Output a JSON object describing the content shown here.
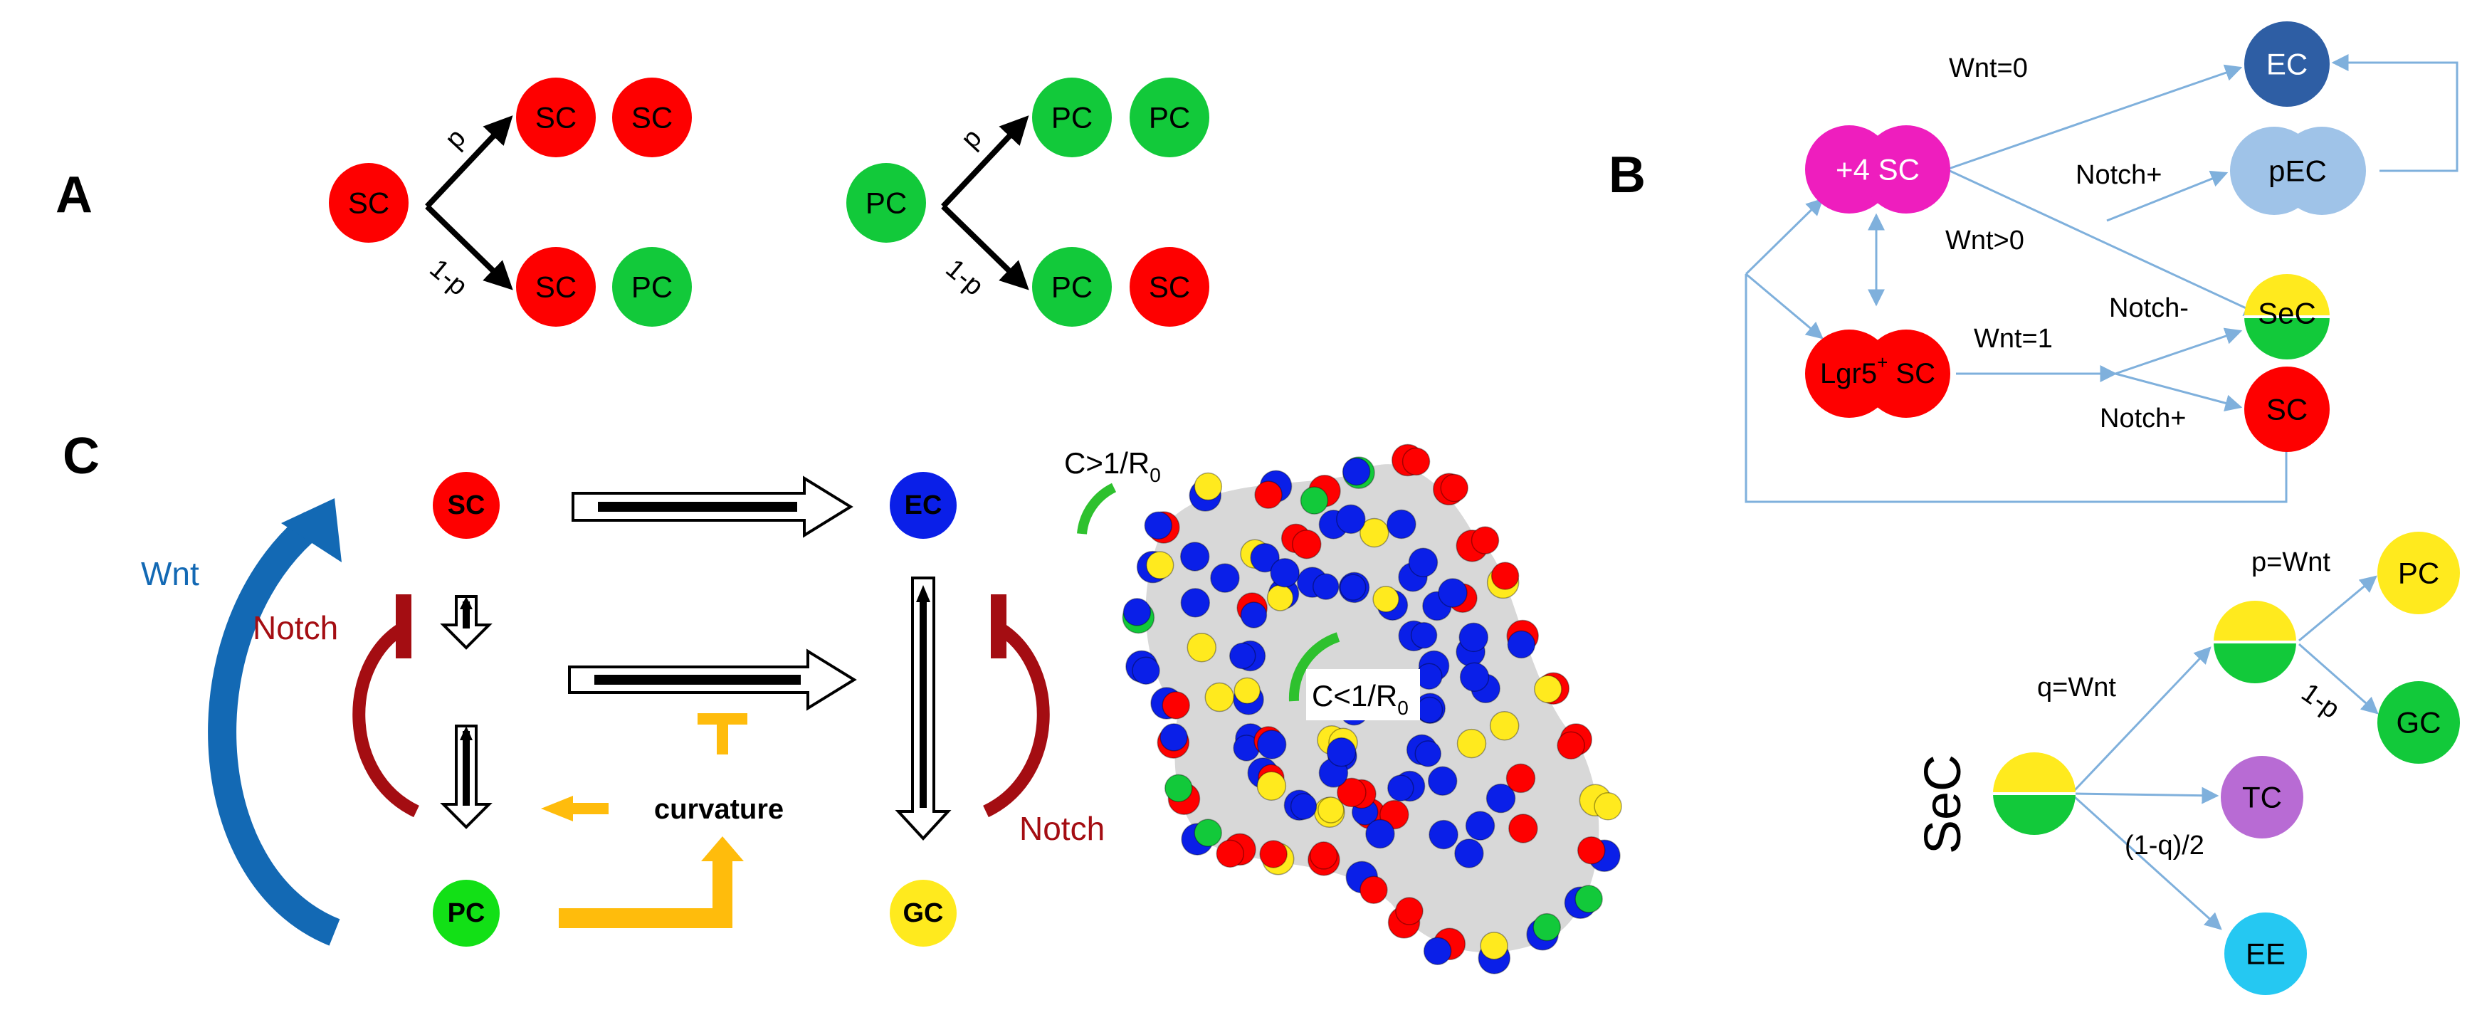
{
  "panelA": {
    "label": "A",
    "left": {
      "parent": "SC",
      "p_label": "p",
      "q_label": "1-p",
      "top_pair": [
        "SC",
        "SC"
      ],
      "bottom_pair": [
        "SC",
        "PC"
      ]
    },
    "right": {
      "parent": "PC",
      "p_label": "p",
      "q_label": "1-p",
      "top_pair": [
        "PC",
        "PC"
      ],
      "bottom_pair": [
        "PC",
        "SC"
      ]
    }
  },
  "panelB": {
    "label": "B",
    "nodes": {
      "sc4": "+4 SC",
      "lgr5": "Lgr5",
      "lgr5_sup": "+",
      "lgr5_tail": " SC",
      "ec": "EC",
      "pec": "pEC",
      "sec": "SeC",
      "sc": "SC"
    },
    "edges": {
      "wnt0": "Wnt=0",
      "notch_plus_1": "Notch+",
      "wnt_gt0": "Wnt>0",
      "notch_minus": "Notch-",
      "wnt1": "Wnt=1",
      "notch_plus_2": "Notch+"
    },
    "sec_tree": {
      "title": "SeC",
      "q": "q=Wnt",
      "p": "p=Wnt",
      "one_minus_p": "1-p",
      "half": "(1-q)/2",
      "pc": "PC",
      "gc": "GC",
      "tc": "TC",
      "ee": "EE"
    }
  },
  "panelC": {
    "label": "C",
    "nodes": {
      "sc": "SC",
      "ec": "EC",
      "pc": "PC",
      "gc": "GC"
    },
    "wnt": "Wnt",
    "notch_left": "Notch",
    "notch_right": "Notch",
    "curvature": "curvature",
    "c_gt": "C>1/R",
    "c_gt_sub": "0",
    "c_lt": "C<1/R",
    "c_lt_sub": "0"
  },
  "colors": {
    "sc_red": "#fe0000",
    "pc_green": "#12c93a",
    "ec_blue": "#0a1fe8",
    "gc_yellow": "#ffea1e",
    "magenta": "#ee1ebe",
    "ec_darkblue": "#2e5ea4",
    "pec_lightblue": "#9fc3e8",
    "tc_purple": "#b86bd4",
    "ee_cyan": "#25c8f2",
    "wnt_blue": "#1369b4",
    "notch_red": "#a40d12",
    "curv_orange": "#ffbc0c",
    "edge_blue": "#7fb0dc"
  }
}
